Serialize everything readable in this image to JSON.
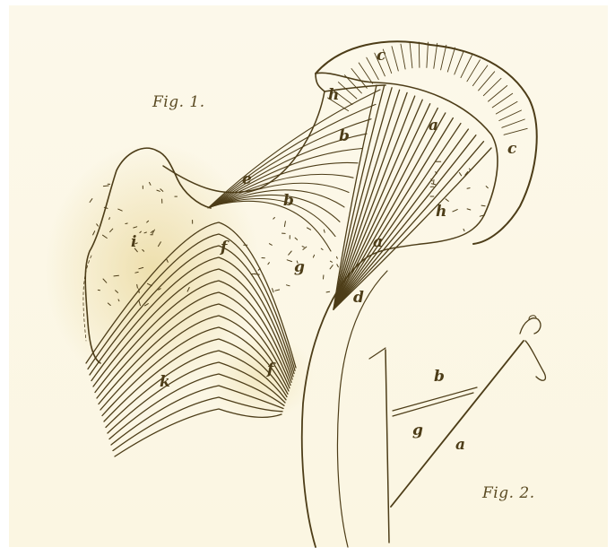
{
  "figure1": {
    "caption": "Fig. 1.",
    "labels": {
      "c_top": "c",
      "c_right": "c",
      "h_top": "h",
      "h_right": "h",
      "b_upper": "b",
      "b_lower": "b",
      "a_upper": "a",
      "a_lower": "a",
      "e": "e",
      "i": "i",
      "g": "g",
      "d": "d",
      "f_center": "f",
      "f_right": "f",
      "k": "k"
    }
  },
  "figure2": {
    "caption": "Fig. 2.",
    "labels": {
      "b": "b",
      "g": "g",
      "a": "a"
    }
  },
  "colors": {
    "paper": "#fbf6e4",
    "ink": "#4d3d18",
    "stain": "#e9d79a"
  }
}
